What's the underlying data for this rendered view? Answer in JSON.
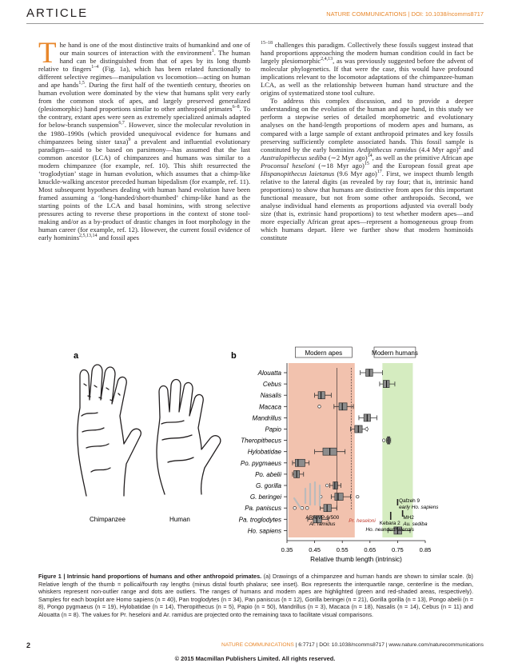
{
  "header": {
    "article_label": "ARTICLE",
    "journal_ref": "NATURE COMMUNICATIONS | DOI: 10.1038/ncomms8717"
  },
  "body_text": {
    "dropcap": "T",
    "p1_part1": "he hand is one of the most distinctive traits of humankind and one of our main sources of interaction with the environment",
    "p1_ref1": "1",
    "p1_part2": ". The human hand can be distinguished from that of apes by its long thumb relative to fingers",
    "p1_ref2": "1–4",
    "p1_part3": " (Fig. 1a), which has been related functionally to different selective regimes—manipulation vs locomotion—acting on human and ape hands",
    "p1_ref3": "1,5",
    "p1_part4": ". During the first half of the twentieth century, theories on human evolution were dominated by the view that humans split very early from the common stock of apes, and largely preserved generalized (plesiomorphic) hand proportions similar to other anthropoid primates",
    "p1_ref4": "6–8",
    "p1_part5": ". To the contrary, extant apes were seen as extremely specialized animals adapted for below-branch suspension",
    "p1_ref5": "6,7",
    "p1_part6": ". However, since the molecular revolution in the 1980–1990s (which provided unequivocal evidence for humans and chimpanzees being sister taxa)",
    "p1_ref6": "9",
    "p1_part7": " a prevalent and influential evolutionary paradigm—said to be based on parsimony—has assumed that the last common ancestor (LCA) of chimpanzees and humans was similar to a modern chimpanzee (for example, ref. 10). This shift resurrected the ‘troglodytian’ stage in human evolution, which assumes that a chimp-like knuckle-walking ancestor preceded human bipedalism (for example, ref. 11). Most subsequent hypotheses dealing with human hand evolution have been framed assuming a ‘long-handed/short-thumbed’ chimp-like hand as the starting points of the LCA and basal hominins, with strong selective pressures acting to reverse these proportions in the context of stone tool-making and/or as a by-product of drastic changes in foot morphology in the human career (for example, ref. 12). However, the current fossil evidence of early hominins",
    "p1_ref7": "2,5,13,14",
    "p1_part8": " and fossil apes",
    "p1_ref8": "15–18",
    "p1_part9": " challenges this paradigm. Collectively these fossils suggest instead that hand proportions approaching the modern human condition could in fact be largely plesiomorphic",
    "p1_ref9": "2,4,13",
    "p1_part10": ", as was previously suggested before the advent of molecular phylogenetics. If that were the case, this would have profound implications relevant to the locomotor adaptations of the chimpanzee-human LCA, as well as the relationship between human hand structure and the origins of systematized stone tool culture.",
    "p2_part1": "To address this complex discussion, and to provide a deeper understanding on the evolution of the human and ape hand, in this study we perform a stepwise series of detailed morphometric and evolutionary analyses on the hand-length proportions of modern apes and humans, as compared with a large sample of extant anthropoid primates and key fossils preserving sufficiently complete associated hands. This fossil sample is constituted by the early hominins ",
    "p2_ital1": "Ardipithecus ramidus",
    "p2_part2": " (4.4 Myr ago)",
    "p2_ref1": "2",
    "p2_part3": " and ",
    "p2_ital2": "Australopithecus sediba",
    "p2_part4": " (∼2 Myr ago)",
    "p2_ref2": "14",
    "p2_part5": ", as well as the primitive African ape ",
    "p2_ital3": "Proconsul heseloni",
    "p2_part6": " (∼18 Myr ago)",
    "p2_ref3": "15",
    "p2_part7": " and the European fossil great ape ",
    "p2_ital4": "Hispanopithecus laietanus",
    "p2_part8": " (9.6 Myr ago)",
    "p2_ref4": "17",
    "p2_part9": ". First, we inspect thumb length relative to the lateral digits (as revealed by ray four; that is, intrinsic hand proportions) to show that humans are distinctive from apes for this important functional measure, but not from some other anthropoids. Second, we analyse individual hand elements as proportions adjusted via overall body size (that is, extrinsic hand proportions) to test whether modern apes—and more especially African great apes—represent a homogeneous group from which humans depart. Here we further show that modern hominoids constitute"
  },
  "figure": {
    "panel_a_label": "a",
    "panel_b_label": "b",
    "chimp_label": "Chimpanzee",
    "human_label": "Human"
  },
  "chart_data": {
    "type": "boxplot",
    "xlabel": "Relative thumb length (intrinsic)",
    "xlim": [
      0.35,
      0.85
    ],
    "xticks": [
      "0.35",
      "0.45",
      "0.55",
      "0.65",
      "0.75",
      "0.85"
    ],
    "band_labels": [
      "Modern apes",
      "Modern humans"
    ],
    "bands": [
      {
        "name": "Modern apes",
        "range": [
          0.355,
          0.595
        ],
        "color": "#f2c2ae"
      },
      {
        "name": "Modern humans",
        "range": [
          0.695,
          0.805
        ],
        "color": "#d5ecc0"
      }
    ],
    "taxa": [
      {
        "name": "Alouatta",
        "whisker": [
          0.615,
          0.695
        ],
        "q1": 0.635,
        "median": 0.648,
        "q3": 0.66,
        "outliers": []
      },
      {
        "name": "Cebus",
        "whisker": [
          0.685,
          0.74
        ],
        "q1": 0.698,
        "median": 0.71,
        "q3": 0.72,
        "outliers": []
      },
      {
        "name": "Nasalis",
        "whisker": [
          0.45,
          0.51
        ],
        "q1": 0.463,
        "median": 0.473,
        "q3": 0.487,
        "outliers": []
      },
      {
        "name": "Macaca",
        "whisker": [
          0.52,
          0.59
        ],
        "q1": 0.538,
        "median": 0.55,
        "q3": 0.567,
        "outliers": [
          0.467
        ]
      },
      {
        "name": "Mandrillus",
        "whisker": [
          0.61,
          0.675
        ],
        "q1": 0.628,
        "median": 0.64,
        "q3": 0.652,
        "outliers": []
      },
      {
        "name": "Papio",
        "whisker": [
          0.58,
          0.64
        ],
        "q1": 0.595,
        "median": 0.608,
        "q3": 0.622,
        "outliers": [
          0.638
        ]
      },
      {
        "name": "Theropithecus",
        "whisker": [
          0.71,
          0.725
        ],
        "q1": 0.713,
        "median": 0.717,
        "q3": 0.722,
        "outliers": [
          0.7
        ]
      },
      {
        "name": "Hylobatidae",
        "whisker": [
          0.45,
          0.56
        ],
        "q1": 0.48,
        "median": 0.505,
        "q3": 0.53,
        "outliers": []
      },
      {
        "name": "Po. pygmaeus",
        "whisker": [
          0.37,
          0.43
        ],
        "q1": 0.38,
        "median": 0.39,
        "q3": 0.415,
        "outliers": []
      },
      {
        "name": "Po. abelii",
        "whisker": [
          0.37,
          0.41
        ],
        "q1": 0.375,
        "median": 0.385,
        "q3": 0.395,
        "outliers": []
      },
      {
        "name": "G. gorilla",
        "whisker": [
          0.505,
          0.545
        ],
        "q1": 0.517,
        "median": 0.523,
        "q3": 0.533,
        "outliers": [
          0.495
        ]
      },
      {
        "name": "G. beringei",
        "whisker": [
          0.51,
          0.58
        ],
        "q1": 0.523,
        "median": 0.535,
        "q3": 0.553,
        "outliers": [
          0.472,
          0.605
        ]
      },
      {
        "name": "Pa. paniscus",
        "whisker": [
          0.47,
          0.53
        ],
        "q1": 0.483,
        "median": 0.495,
        "q3": 0.51,
        "outliers": [
          0.378,
          0.405,
          0.423
        ]
      },
      {
        "name": "Pa. troglodytes",
        "whisker": [
          0.425,
          0.5
        ],
        "q1": 0.445,
        "median": 0.458,
        "q3": 0.475,
        "outliers": []
      },
      {
        "name": "Ho. sapiens",
        "whisker": [
          0.715,
          0.795
        ],
        "q1": 0.737,
        "median": 0.75,
        "q3": 0.765,
        "outliers": []
      }
    ],
    "fossils": [
      {
        "name": "ARA-VP-6/500",
        "subname": "Ar. ramidus",
        "value": 0.53,
        "italic_sub": true
      },
      {
        "name": "Pr. heseloni",
        "value": 0.582
      },
      {
        "name": "Kebara 2",
        "subname": "Ho. neanderthalensis",
        "value": 0.725
      },
      {
        "name": "Qafzeh 9",
        "subname": "early Ho. sapiens",
        "value": 0.75
      },
      {
        "name": "MH2",
        "subname": "Au. sediba",
        "value": 0.768
      }
    ],
    "colors": {
      "box_fill": "#8c8c8c",
      "box_stroke": "#333333"
    }
  },
  "caption": {
    "fig_label": "Figure 1 | Intrinsic hand proportions of humans and other anthropoid primates.",
    "text": " (a) Drawings of a chimpanzee and human hands are shown to similar scale. (b) Relative length of the thumb = pollical/fourth ray lengths (minus distal fourth phalanx; see inset). Box represents the interquartile range, centerline is the median, whiskers represent non-outlier range and dots are outliers. The ranges of humans and modern apes are highlighted (green and red-shaded areas, respectively). Samples for each boxplot are Homo sapiens (n = 40), Pan troglodytes (n = 34), Pan paniscus (n = 12), Gorilla beringei (n = 21), Gorilla gorilla (n = 13), Pongo abelii (n = 8), Pongo pygmaeus (n = 19), Hylobatidae (n = 14), Theropithecus (n = 5), Papio (n = 50), Mandrillus (n = 3), Macaca (n = 18), Nasalis (n = 14), Cebus (n = 11) and Alouatta (n = 8). The values for Pr. heseloni and Ar. ramidus are projected onto the remaining taxa to facilitate visual comparisons."
  },
  "footer": {
    "page_number": "2",
    "journal": "NATURE COMMUNICATIONS",
    "citation": " | 6:7717 | DOI: 10.1038/ncomms8717 | www.nature.com/naturecommunications",
    "copyright": "© 2015 Macmillan Publishers Limited. All rights reserved."
  }
}
